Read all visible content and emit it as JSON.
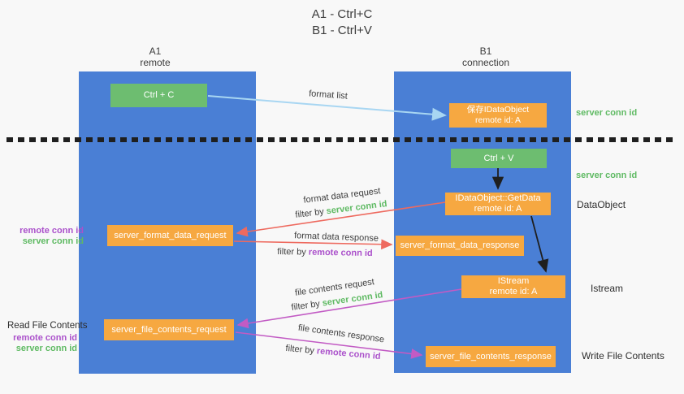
{
  "title": {
    "line1": "A1 - Ctrl+C",
    "line2": "B1 - Ctrl+V"
  },
  "lanes": {
    "a1": {
      "name": "A1",
      "subtitle": "remote"
    },
    "b1": {
      "name": "B1",
      "subtitle": "connection"
    }
  },
  "boxes": {
    "ctrl_c": "Ctrl + C",
    "ctrl_v": "Ctrl + V",
    "save_dataobject": {
      "line1": "保存IDataObject",
      "line2": "remote id: A"
    },
    "getdata": {
      "line1": "IDataObject::GetData",
      "line2": "remote id: A"
    },
    "istream": {
      "line1": "IStream",
      "line2": "remote id: A"
    },
    "format_request": "server_format_data_request",
    "format_response": "server_format_data_response",
    "file_request": "server_file_contents_request",
    "file_response": "server_file_contents_response"
  },
  "arrow_labels": {
    "format_list": "format list",
    "format_data_request": "format data request",
    "format_data_response": "format data response",
    "file_contents_request": "file contents request",
    "file_contents_response": "file contents response",
    "filter_by": "filter by ",
    "server_conn_id": "server conn id",
    "remote_conn_id": "remote conn id"
  },
  "side_labels": {
    "server_conn_id_right_top": "server conn id",
    "server_conn_id_right_mid": "server conn id",
    "dataobject": "DataObject",
    "istream": "Istream",
    "write_file_contents": "Write File Contents",
    "remote_conn_id_left_top": "remote conn id",
    "server_conn_id_left_top": "server conn id",
    "read_file_contents": "Read File Contents",
    "remote_conn_id_left_bottom": "remote conn id",
    "server_conn_id_left_bottom": "server conn id"
  },
  "colors": {
    "background": "#f8f8f8",
    "lane_blue": "#4a7fd5",
    "box_orange": "#f6a841",
    "box_green": "#6dbd70",
    "green_text": "#5fba63",
    "purple_text": "#ab51cb",
    "red_arrow": "#ee6a5f",
    "magenta_arrow": "#c25bc4",
    "light_blue_arrow": "#a8d6f2",
    "dark": "#1f1f1f"
  }
}
